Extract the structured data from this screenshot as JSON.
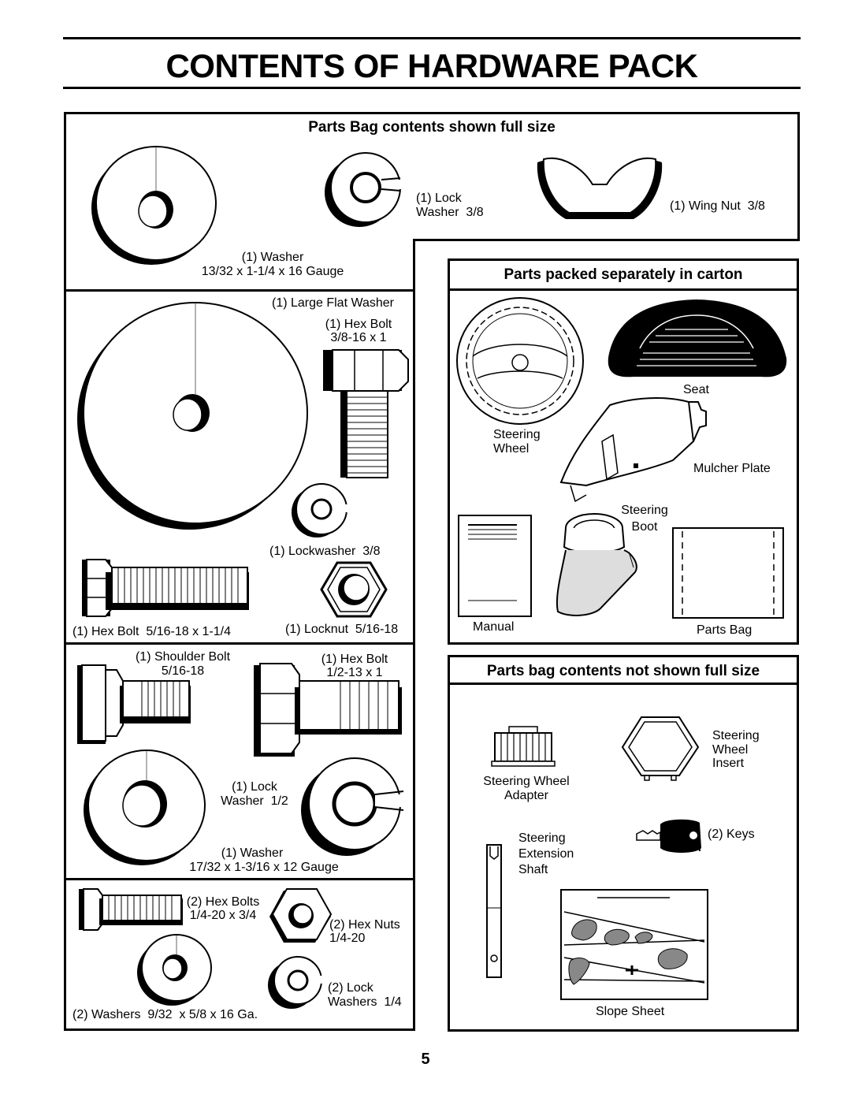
{
  "page": {
    "title": "CONTENTS OF HARDWARE PACK",
    "page_number": "5"
  },
  "sections": {
    "full_size": "Parts Bag contents shown full size",
    "carton": "Parts packed separately in carton",
    "not_full_size": "Parts bag contents not shown full size"
  },
  "full_size_parts": {
    "washer_13_32_qty": "(1) Washer",
    "washer_13_32_spec": "13/32 x 1-1/4 x 16 Gauge",
    "lock_washer_3_8_qty": "(1) Lock",
    "lock_washer_3_8_spec": "Washer  3/8",
    "wing_nut": "(1) Wing Nut  3/8",
    "large_flat_washer": "(1) Large Flat Washer",
    "hex_bolt_3_8_qty": "(1) Hex Bolt",
    "hex_bolt_3_8_spec": "3/8-16 x 1",
    "lockwasher_3_8": "(1) Lockwasher  3/8",
    "hex_bolt_5_16": "(1) Hex Bolt  5/16-18 x 1-1/4",
    "locknut_5_16": "(1) Locknut  5/16-18",
    "shoulder_bolt_qty": "(1) Shoulder Bolt",
    "shoulder_bolt_spec": "5/16-18",
    "hex_bolt_1_2_qty": "(1) Hex Bolt",
    "hex_bolt_1_2_spec": "1/2-13 x 1",
    "lock_washer_1_2_qty": "(1) Lock",
    "lock_washer_1_2_spec": "Washer  1/2",
    "washer_17_32_qty": "(1) Washer",
    "washer_17_32_spec": "17/32 x 1-3/16 x 12 Gauge",
    "hex_bolts_1_4_qty": "(2) Hex Bolts",
    "hex_bolts_1_4_spec": "1/4-20 x 3/4",
    "hex_nuts_1_4_qty": "(2) Hex Nuts",
    "hex_nuts_1_4_spec": "1/4-20",
    "lock_washers_1_4_qty": "(2) Lock",
    "lock_washers_1_4_spec": "Washers  1/4",
    "washers_9_32": "(2) Washers  9/32  x 5/8 x 16 Ga."
  },
  "carton_parts": {
    "seat": "Seat",
    "steering_wheel_1": "Steering",
    "steering_wheel_2": "Wheel",
    "mulcher_plate": "Mulcher Plate",
    "steering_boot_1": "Steering",
    "steering_boot_2": "Boot",
    "manual": "Manual",
    "parts_bag": "Parts Bag"
  },
  "not_full_size_parts": {
    "steering_wheel_adapter_1": "Steering Wheel",
    "steering_wheel_adapter_2": "Adapter",
    "steering_wheel_insert_1": "Steering",
    "steering_wheel_insert_2": "Wheel",
    "steering_wheel_insert_3": "Insert",
    "steering_extension_shaft_1": "Steering",
    "steering_extension_shaft_2": "Extension",
    "steering_extension_shaft_3": "Shaft",
    "keys": "(2) Keys",
    "slope_sheet": "Slope Sheet"
  }
}
